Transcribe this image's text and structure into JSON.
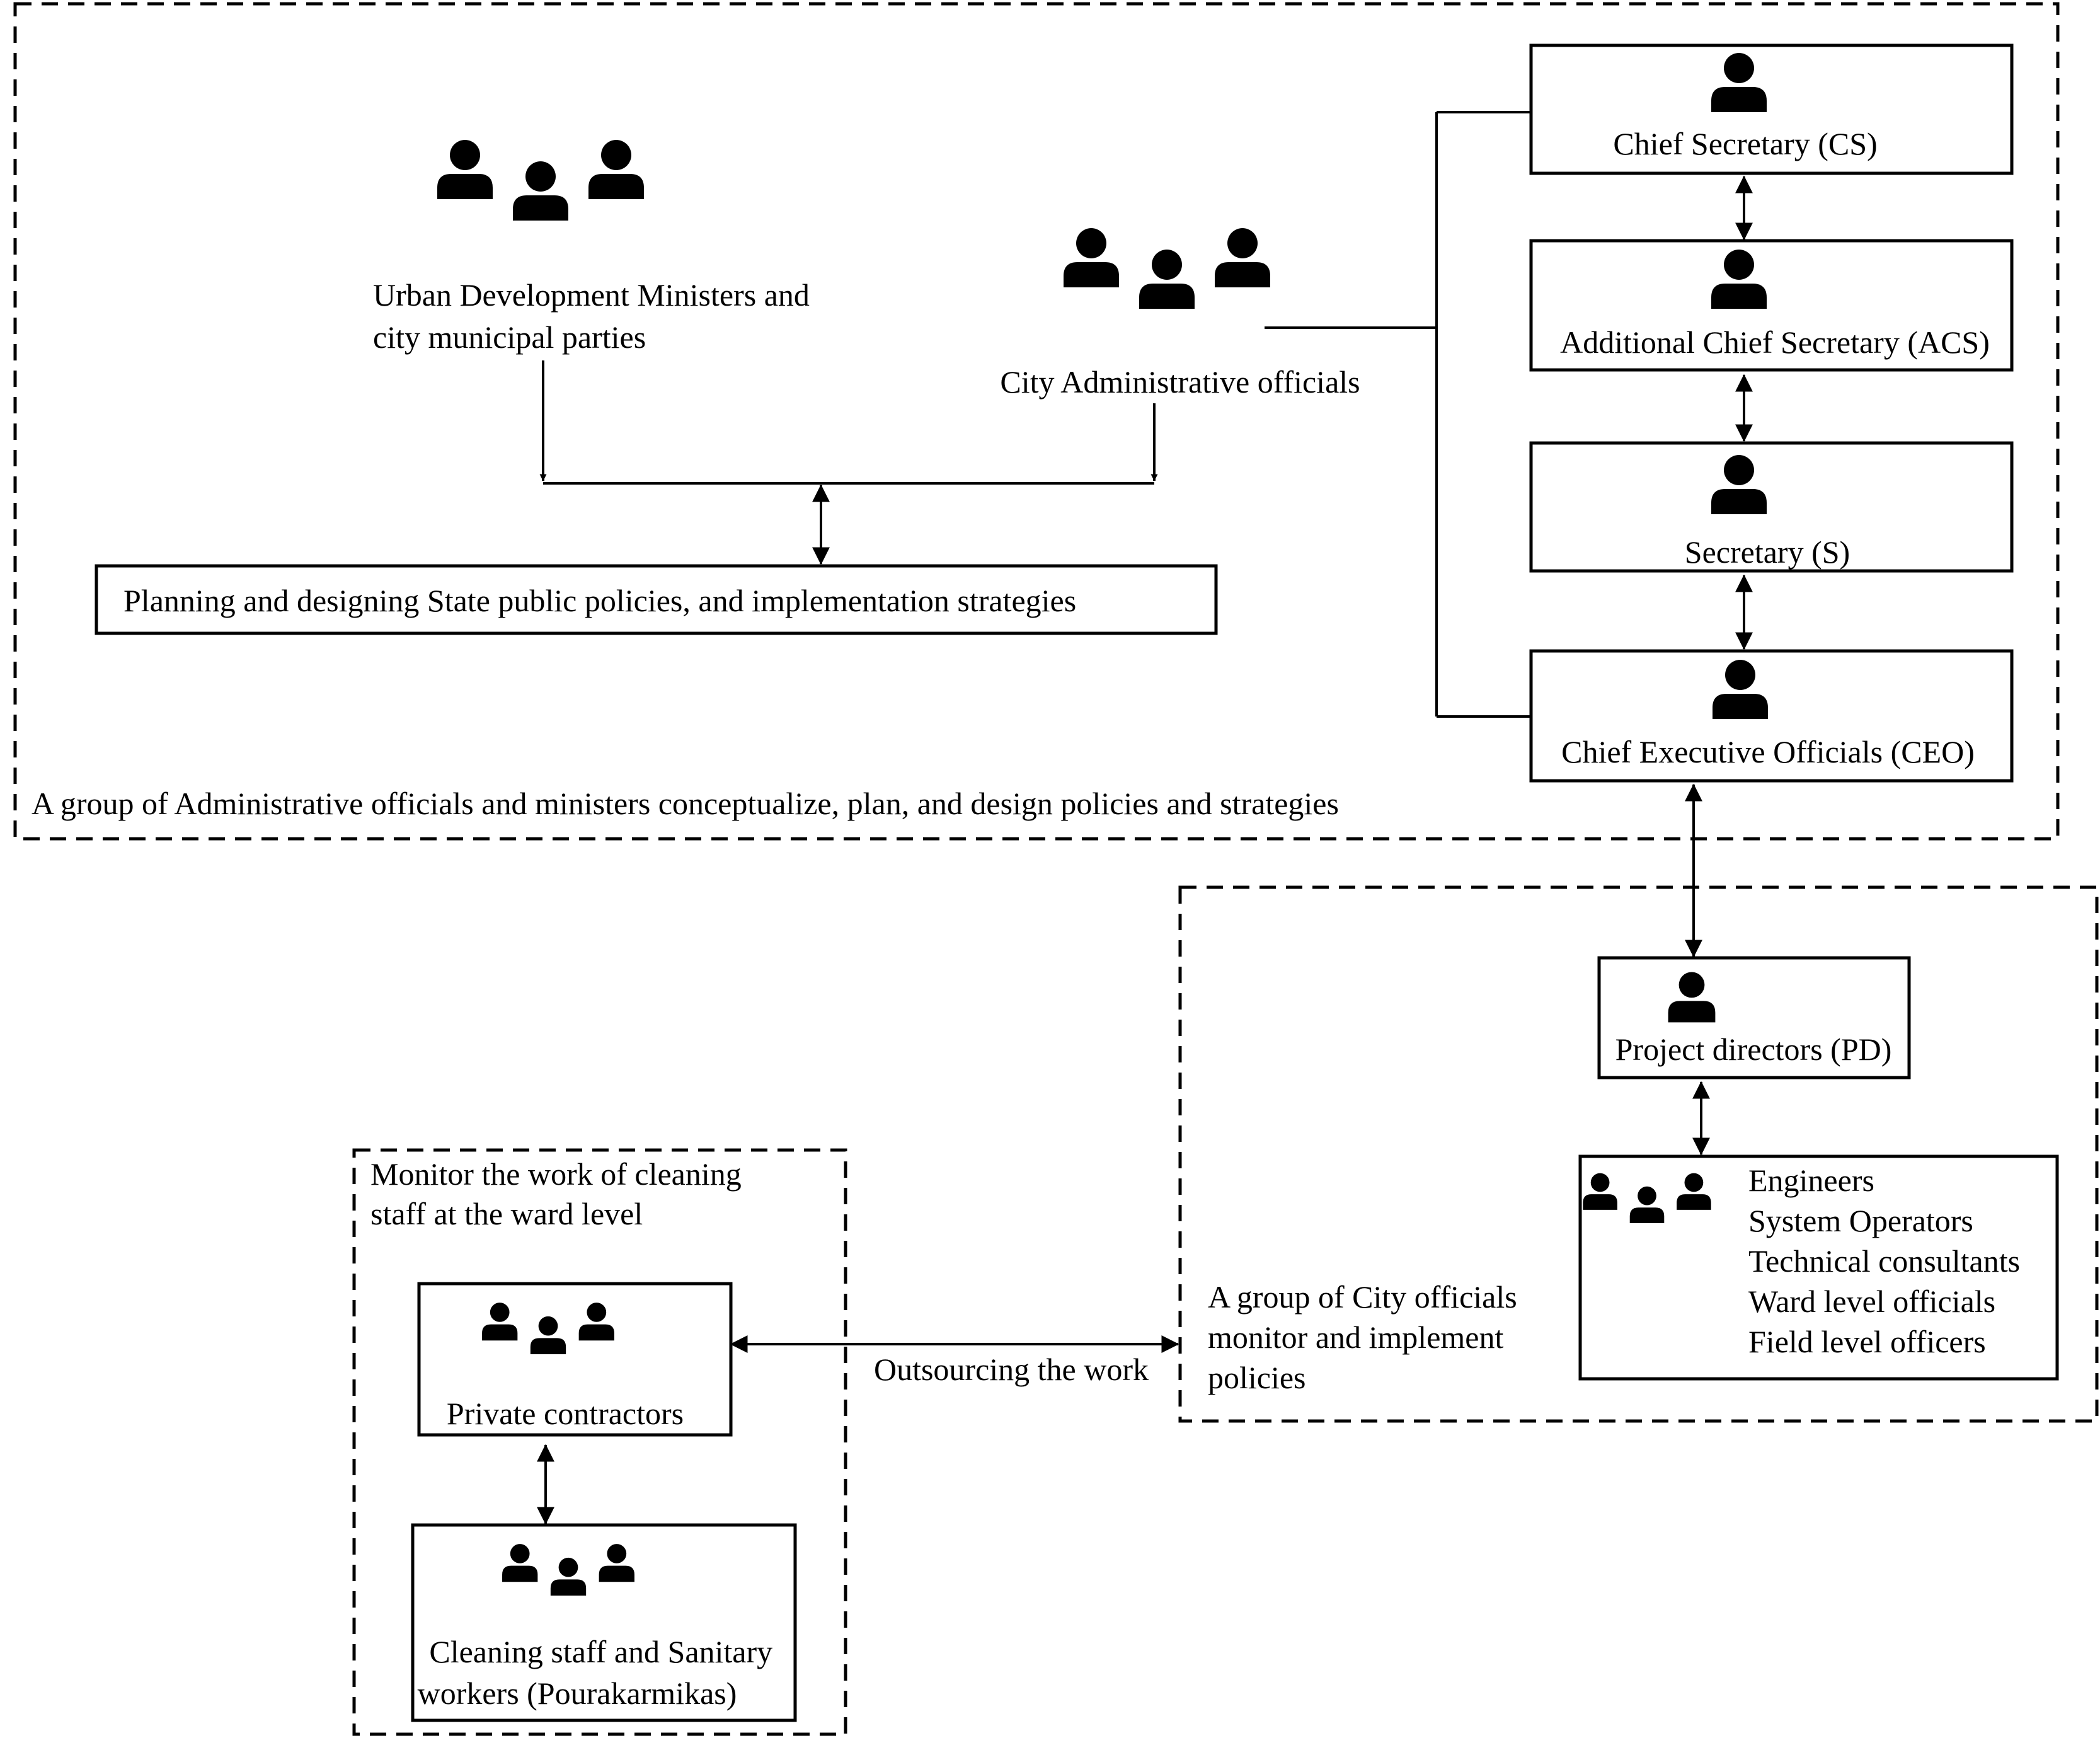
{
  "groups": {
    "administrative": {
      "caption": "A group of Administrative officials and ministers conceptualize, plan, and design policies and strategies"
    },
    "city_officials": {
      "caption": [
        "A group of City officials",
        "monitor and implement",
        "policies"
      ]
    },
    "ward_monitoring": {
      "caption": [
        "Monitor the work of cleaning",
        "staff at the ward level"
      ]
    }
  },
  "nodes": {
    "ministers": {
      "label": [
        "Urban Development Ministers and",
        "city municipal parties"
      ],
      "icon": "group-icon"
    },
    "city_admin": {
      "label": [
        "City Administrative officials"
      ],
      "icon": "group-icon"
    },
    "planning": {
      "label": [
        "Planning and designing State public policies, and implementation strategies"
      ]
    },
    "cs": {
      "label": [
        "Chief Secretary (CS)"
      ],
      "icon": "person-icon"
    },
    "acs": {
      "label": [
        "Additional Chief Secretary (ACS)"
      ],
      "icon": "person-icon"
    },
    "s": {
      "label": [
        "Secretary (S)"
      ],
      "icon": "person-icon"
    },
    "ceo": {
      "label": [
        "Chief Executive Officials (CEO)"
      ],
      "icon": "person-icon"
    },
    "pd": {
      "label": [
        "Project directors (PD)"
      ],
      "icon": "person-icon"
    },
    "field_team": {
      "label": [
        "Engineers",
        "System Operators",
        "Technical consultants",
        "Ward level officials",
        "Field level officers"
      ],
      "icon": "group-icon"
    },
    "contractors": {
      "label": [
        "Private contractors"
      ],
      "icon": "group-icon"
    },
    "cleaning": {
      "label": [
        "Cleaning staff and Sanitary",
        "workers (Pourakarmikas)"
      ],
      "icon": "group-icon"
    }
  },
  "edges": [
    {
      "from": "ministers",
      "to": "planning",
      "type": "arrow"
    },
    {
      "from": "city_admin",
      "to": "planning",
      "type": "arrow"
    },
    {
      "from": "city_admin",
      "to": "cs",
      "type": "line"
    },
    {
      "from": "city_admin",
      "to": "ceo",
      "type": "line"
    },
    {
      "from": "cs",
      "to": "acs",
      "type": "double-arrow"
    },
    {
      "from": "acs",
      "to": "s",
      "type": "double-arrow"
    },
    {
      "from": "s",
      "to": "ceo",
      "type": "double-arrow"
    },
    {
      "from": "ceo",
      "to": "pd",
      "type": "double-arrow"
    },
    {
      "from": "pd",
      "to": "field_team",
      "type": "double-arrow"
    },
    {
      "from": "contractors",
      "to": "city_officials",
      "type": "double-arrow",
      "label": "Outsourcing the work"
    },
    {
      "from": "contractors",
      "to": "cleaning",
      "type": "double-arrow"
    }
  ]
}
